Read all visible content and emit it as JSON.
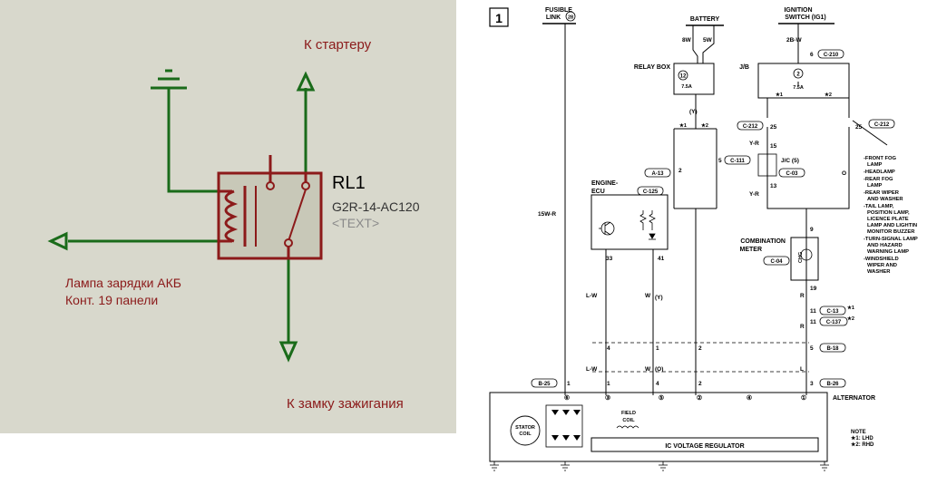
{
  "left_panel": {
    "background": "#d8d8cc",
    "wire_color": "#1a6b1a",
    "relay_color": "#8c1a1a",
    "relay_fill": "#c8c8b8",
    "label_color": "#8b1a1a",
    "labels": {
      "to_starter": "К стартеру",
      "battery_lamp_line1": "Лампа зарядки АКБ",
      "battery_lamp_line2": "Конт. 19 панели",
      "to_ignition": "К замку зажигания"
    },
    "relay": {
      "ref": "RL1",
      "part": "G2R-14-AC120",
      "placeholder": "<TEXT>"
    }
  },
  "right_panel": {
    "page_number": "1",
    "headers": {
      "fusible_link_1": "FUSIBLE",
      "fusible_link_2": "LINK",
      "fusible_link_num": "28",
      "battery": "BATTERY",
      "ignition_1": "IGNITION",
      "ignition_2": "SWITCH (IG1)"
    },
    "labels": {
      "relay_box": "RELAY BOX",
      "fuse_12": "12",
      "fuse_12_amp": "7.5A",
      "fuse_2": "2",
      "fuse_2_amp": "7.5A",
      "jb": "J/B",
      "c210": "C-210",
      "c212_a": "C-212",
      "c212_b": "C-212",
      "a13": "A-13",
      "c111": "C-111",
      "jc5": "J/C (5)",
      "c03": "C-03",
      "engine_ecu_1": "ENGINE-",
      "engine_ecu_2": "ECU",
      "c125": "C-125",
      "combination_1": "COMBINATION",
      "combination_2": "METER",
      "c04": "C-04",
      "chg": "CHG",
      "c13": "C-13",
      "c137": "C-137",
      "b18": "B-18",
      "b26": "B-26",
      "b25": "B-25",
      "alternator": "ALTERNATOR",
      "stator_1": "STATOR",
      "stator_2": "COIL",
      "field_1": "FIELD",
      "field_2": "COIL",
      "ic_regulator": "IC VOLTAGE REGULATOR",
      "note": "NOTE",
      "note_lhd": "★1: LHD",
      "note_rhd": "★2: RHD"
    },
    "wires": {
      "w_8w": "8W",
      "w_5w": "5W",
      "w_2bw": "2B-W",
      "w_6": "6",
      "w_15wr": "15W-R",
      "y1": "(Y)",
      "y2": "(Y)",
      "o1": "(O)",
      "lw1": "L-W",
      "lw2": "L-W",
      "wA": "W",
      "wB": "W",
      "yr1": "Y-R",
      "yr2": "Y-R",
      "rA": "R",
      "rB": "R",
      "l_wire": "L",
      "o_wire": "O"
    },
    "pins": {
      "p25a": "25",
      "p25b": "25",
      "p2": "2",
      "p5": "5",
      "p15": "15",
      "p13": "13",
      "p9": "9",
      "p19": "19",
      "p33": "33",
      "p41": "41",
      "p11a": "11",
      "p11b": "11",
      "pin4": "4",
      "pin1": "1",
      "pin2": "2",
      "pin5": "5",
      "pin1b": "1",
      "pin4b": "4",
      "pin2b": "2",
      "pin3": "3",
      "pin1c": "1",
      "star1_a": "★1",
      "star2_a": "★2",
      "star1_b": "★1",
      "star2_b": "★2",
      "star1_c": "★1",
      "star2_c": "★2",
      "t1": "①",
      "t2": "②",
      "t3": "③",
      "t4": "④",
      "t5": "⑤",
      "t6": "⑥"
    },
    "loads": [
      "-FRONT FOG",
      "LAMP",
      "-HEADLAMP",
      "-REAR FOG",
      "LAMP",
      "-REAR WIPER",
      "AND WASHER",
      "-TAIL LAMP,",
      "POSITION LAMP,",
      "LICENCE PLATE",
      "LAMP AND LIGHTIN",
      "MONITOR BUZZER",
      "-TURN-SIGNAL LAMP",
      "AND HAZARD",
      "WARNING LAMP",
      "-WINDSHIELD",
      "WIPER AND",
      "WASHER"
    ]
  }
}
